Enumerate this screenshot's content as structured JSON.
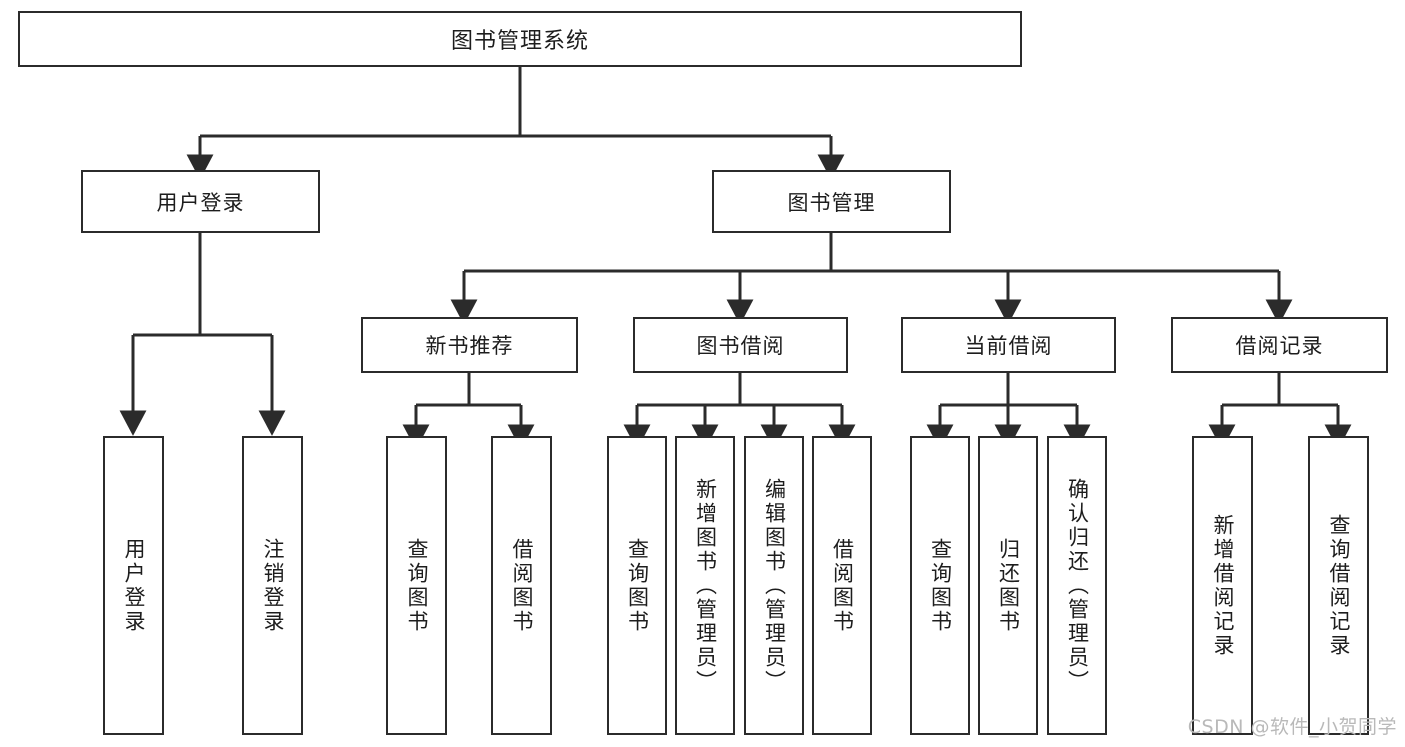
{
  "diagram": {
    "title": "图书管理系统",
    "type": "tree-hierarchy",
    "root": {
      "id": "root",
      "label": "图书管理系统"
    },
    "level2": [
      {
        "id": "user-login",
        "label": "用户登录"
      },
      {
        "id": "book-manage",
        "label": "图书管理"
      }
    ],
    "level3": [
      {
        "id": "new-book-recommend",
        "label": "新书推荐",
        "parent": "book-manage"
      },
      {
        "id": "book-borrow",
        "label": "图书借阅",
        "parent": "book-manage"
      },
      {
        "id": "current-borrow",
        "label": "当前借阅",
        "parent": "book-manage"
      },
      {
        "id": "borrow-record",
        "label": "借阅记录",
        "parent": "book-manage"
      }
    ],
    "leaves": {
      "user-login": [
        {
          "id": "leaf-user-login",
          "label": "用户登录"
        },
        {
          "id": "leaf-logout",
          "label": "注销登录"
        }
      ],
      "new-book-recommend": [
        {
          "id": "leaf-query-book-1",
          "label": "查询图书"
        },
        {
          "id": "leaf-borrow-book-1",
          "label": "借阅图书"
        }
      ],
      "book-borrow": [
        {
          "id": "leaf-query-book-2",
          "label": "查询图书"
        },
        {
          "id": "leaf-add-book",
          "label": "新增图书（管理员）"
        },
        {
          "id": "leaf-edit-book",
          "label": "编辑图书（管理员）"
        },
        {
          "id": "leaf-borrow-book-2",
          "label": "借阅图书"
        }
      ],
      "current-borrow": [
        {
          "id": "leaf-query-book-3",
          "label": "查询图书"
        },
        {
          "id": "leaf-return-book",
          "label": "归还图书"
        },
        {
          "id": "leaf-confirm-return",
          "label": "确认归还（管理员）"
        }
      ],
      "borrow-record": [
        {
          "id": "leaf-add-record",
          "label": "新增借阅记录"
        },
        {
          "id": "leaf-query-record",
          "label": "查询借阅记录"
        }
      ]
    },
    "colors": {
      "stroke": "#2b2b2b",
      "fill": "#ffffff",
      "text": "#1d1d1d",
      "watermark": "#b9b9b9"
    }
  },
  "watermark": {
    "text": "CSDN @软件_小贺同学"
  }
}
